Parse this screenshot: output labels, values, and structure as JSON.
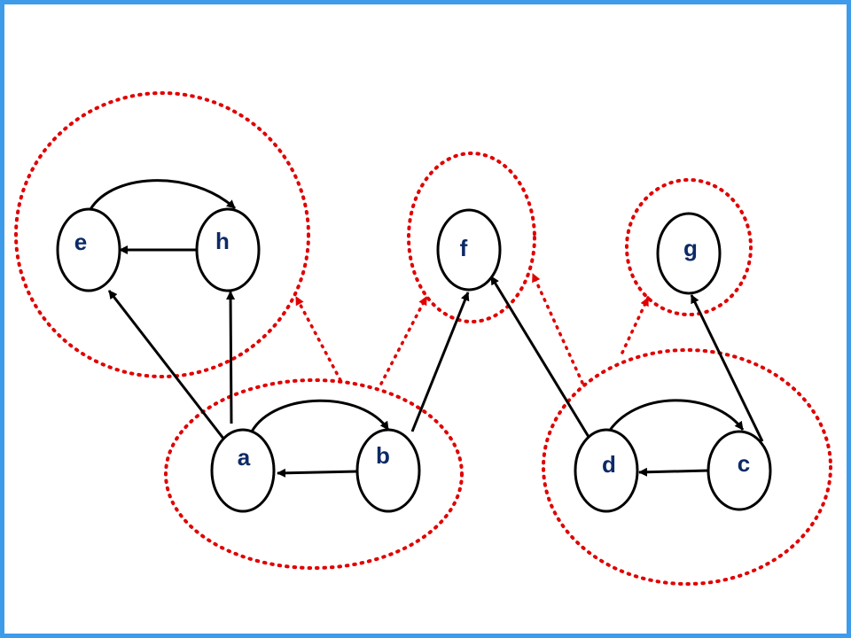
{
  "colors": {
    "border": "#3d9be9",
    "node_stroke": "#000000",
    "edge": "#000000",
    "component": "#e00000",
    "label": "#0d2a66"
  },
  "nodes": [
    {
      "id": "e",
      "label": "e"
    },
    {
      "id": "h",
      "label": "h"
    },
    {
      "id": "f",
      "label": "f"
    },
    {
      "id": "g",
      "label": "g"
    },
    {
      "id": "a",
      "label": "a"
    },
    {
      "id": "b",
      "label": "b"
    },
    {
      "id": "d",
      "label": "d"
    },
    {
      "id": "c",
      "label": "c"
    }
  ],
  "edges": [
    {
      "from": "e",
      "to": "h"
    },
    {
      "from": "h",
      "to": "e"
    },
    {
      "from": "a",
      "to": "e"
    },
    {
      "from": "a",
      "to": "h"
    },
    {
      "from": "a",
      "to": "b"
    },
    {
      "from": "b",
      "to": "a"
    },
    {
      "from": "b",
      "to": "f"
    },
    {
      "from": "d",
      "to": "f"
    },
    {
      "from": "d",
      "to": "c"
    },
    {
      "from": "c",
      "to": "d"
    },
    {
      "from": "c",
      "to": "g"
    }
  ],
  "components": [
    {
      "id": "comp-eh",
      "members": [
        "e",
        "h"
      ]
    },
    {
      "id": "comp-f",
      "members": [
        "f"
      ]
    },
    {
      "id": "comp-g",
      "members": [
        "g"
      ]
    },
    {
      "id": "comp-ab",
      "members": [
        "a",
        "b"
      ]
    },
    {
      "id": "comp-dc",
      "members": [
        "d",
        "c"
      ]
    }
  ],
  "component_edges": [
    {
      "from": "comp-ab",
      "to": "comp-eh"
    },
    {
      "from": "comp-ab",
      "to": "comp-f"
    },
    {
      "from": "comp-dc",
      "to": "comp-f"
    },
    {
      "from": "comp-dc",
      "to": "comp-g"
    }
  ]
}
